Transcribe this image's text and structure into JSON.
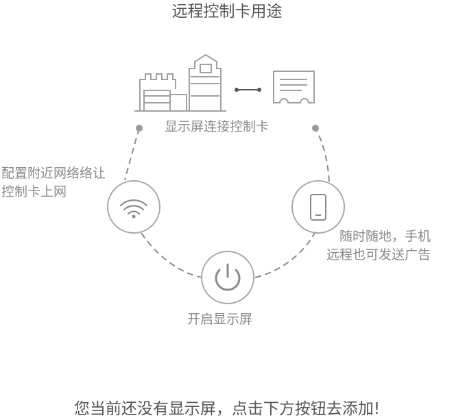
{
  "title": "远程控制卡用途",
  "steps": {
    "connect": "显示屏连接控制卡",
    "network": [
      "配置附近网络络让",
      "控制卡上网"
    ],
    "phone": [
      "随时随地，手机",
      "远程也可发送广告"
    ],
    "power": "开启显示屏"
  },
  "footer": "您当前还没有显示屏，点击下方按钮去添加!",
  "colors": {
    "line": "#8a8a8a",
    "dot": "#9a9a9a",
    "circle": "#a8a8a8",
    "text": "#888888",
    "heading": "#555555"
  }
}
